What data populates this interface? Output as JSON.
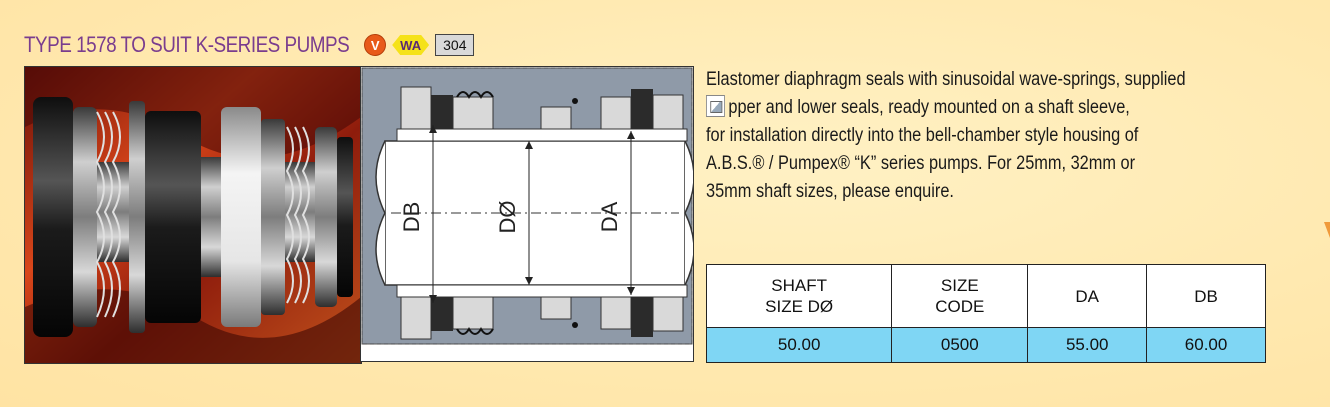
{
  "header": {
    "title": "TYPE 1578 TO SUIT K-SERIES PUMPS",
    "badge_v": "V",
    "badge_wa": "WA",
    "badge_grade": "304"
  },
  "drawing": {
    "label_db": "DB",
    "label_dø": "DØ",
    "label_da": "DA"
  },
  "description": {
    "line1": "Elastomer diaphragm seals with sinusoidal wave-springs, supplied",
    "line2": "pper and lower seals, ready mounted on a shaft sleeve,",
    "line3": "for installation directly into the bell-chamber style housing of",
    "line4": "A.B.S.® / Pumpex® “K” series pumps. For 25mm, 32mm or",
    "line5": "35mm shaft sizes, please enquire."
  },
  "table": {
    "headers": [
      {
        "line1": "SHAFT",
        "line2": "SIZE DØ"
      },
      {
        "line1": "SIZE",
        "line2": "CODE"
      },
      {
        "line1": "DA",
        "line2": ""
      },
      {
        "line1": "DB",
        "line2": ""
      }
    ],
    "rows": [
      [
        "50.00",
        "0500",
        "55.00",
        "60.00"
      ]
    ]
  },
  "colors": {
    "title": "#7a3d8e",
    "badge_v": "#e85a1a",
    "badge_wa": "#f5e21a",
    "table_row": "#7fd6f4",
    "background": "#ffe9b0"
  }
}
